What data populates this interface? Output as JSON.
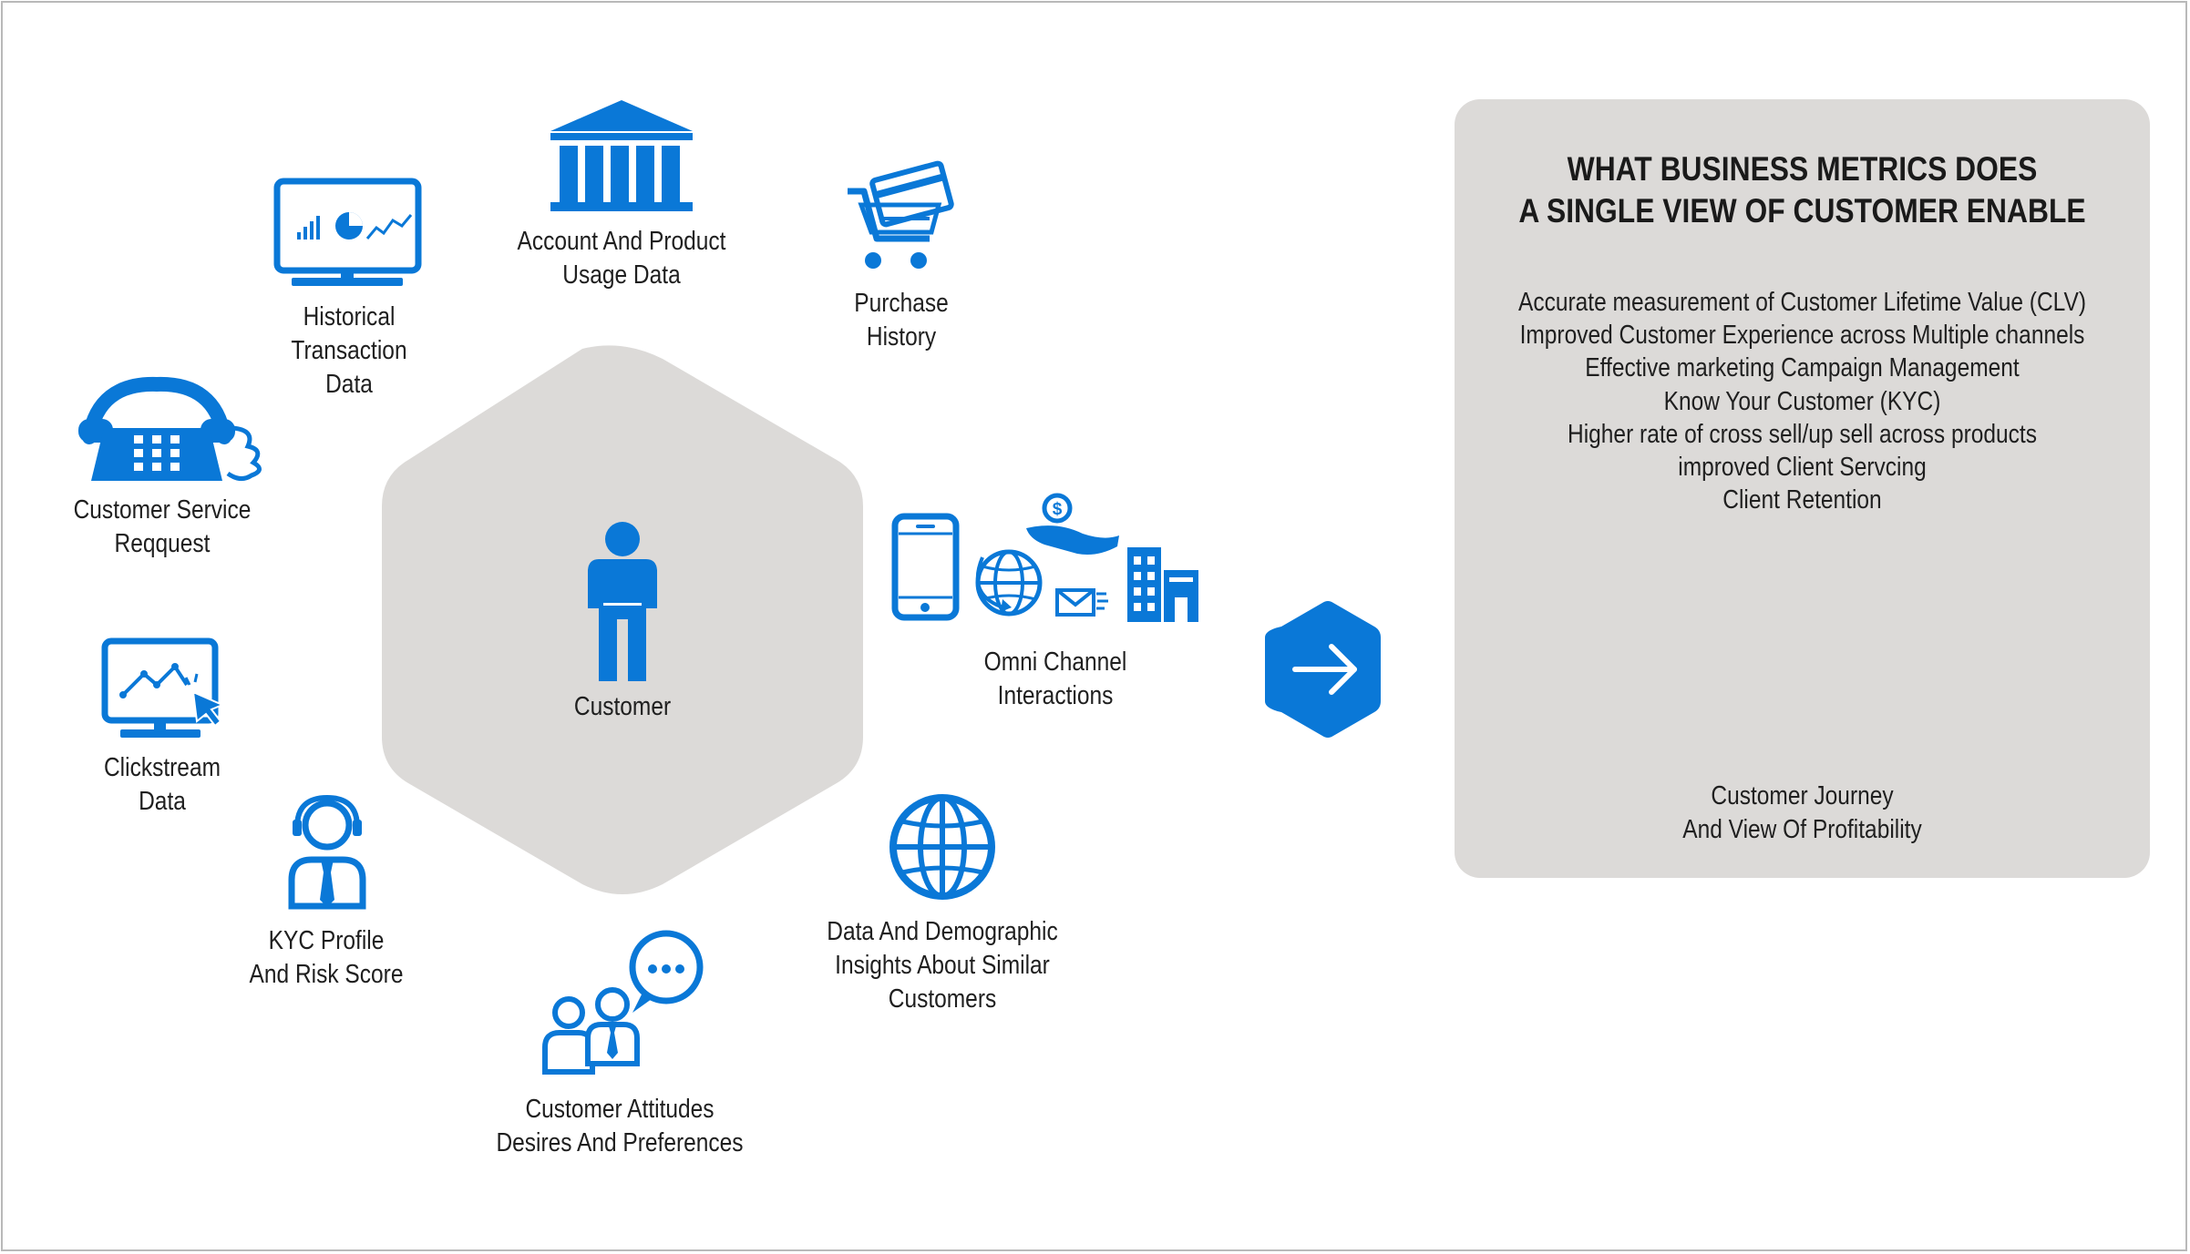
{
  "center": {
    "label": "Customer"
  },
  "sources": {
    "account_product": "Account And Product\nUsage Data",
    "purchase_history": "Purchase\nHistory",
    "historical_transaction": "Historical\nTransaction\nData",
    "customer_service": "Customer Service\nReqquest",
    "clickstream": "Clickstream\nData",
    "kyc_profile": "KYC Profile\nAnd Risk Score",
    "customer_attitudes": "Customer Attitudes\nDesires And Preferences",
    "demographic": "Data And Demographic\nInsights About Similar\nCustomers",
    "omni_channel": "Omni Channel\nInteractions"
  },
  "metrics_panel": {
    "title": "WHAT BUSINESS METRICS DOES\nA SINGLE VIEW OF CUSTOMER ENABLE",
    "items": [
      "Accurate measurement of Customer Lifetime Value (CLV)",
      "Improved Customer Experience across Multiple channels",
      "Effective marketing Campaign Management",
      "Know Your Customer (KYC)",
      "Higher rate of cross sell/up sell across products",
      "improved Client Servcing",
      "Client Retention"
    ],
    "dashboard_label": "Customer Journey\nAnd View Of Profitability"
  },
  "colors": {
    "accent_blue": "#0a78d7",
    "hexagon_gray": "#dcdad8",
    "panel_gray": "#dcdad8",
    "text": "#1f1f1f"
  },
  "icons": [
    "bank-icon",
    "shopping-cart-icon",
    "monitor-chart-icon",
    "telephone-icon",
    "clickstream-monitor-icon",
    "headset-agent-icon",
    "people-chat-icon",
    "globe-icon",
    "person-icon",
    "mobile-phone-icon",
    "globe-mail-icon",
    "hand-coin-icon",
    "office-buildings-icon",
    "arrow-right-icon",
    "dashboard-icon"
  ]
}
